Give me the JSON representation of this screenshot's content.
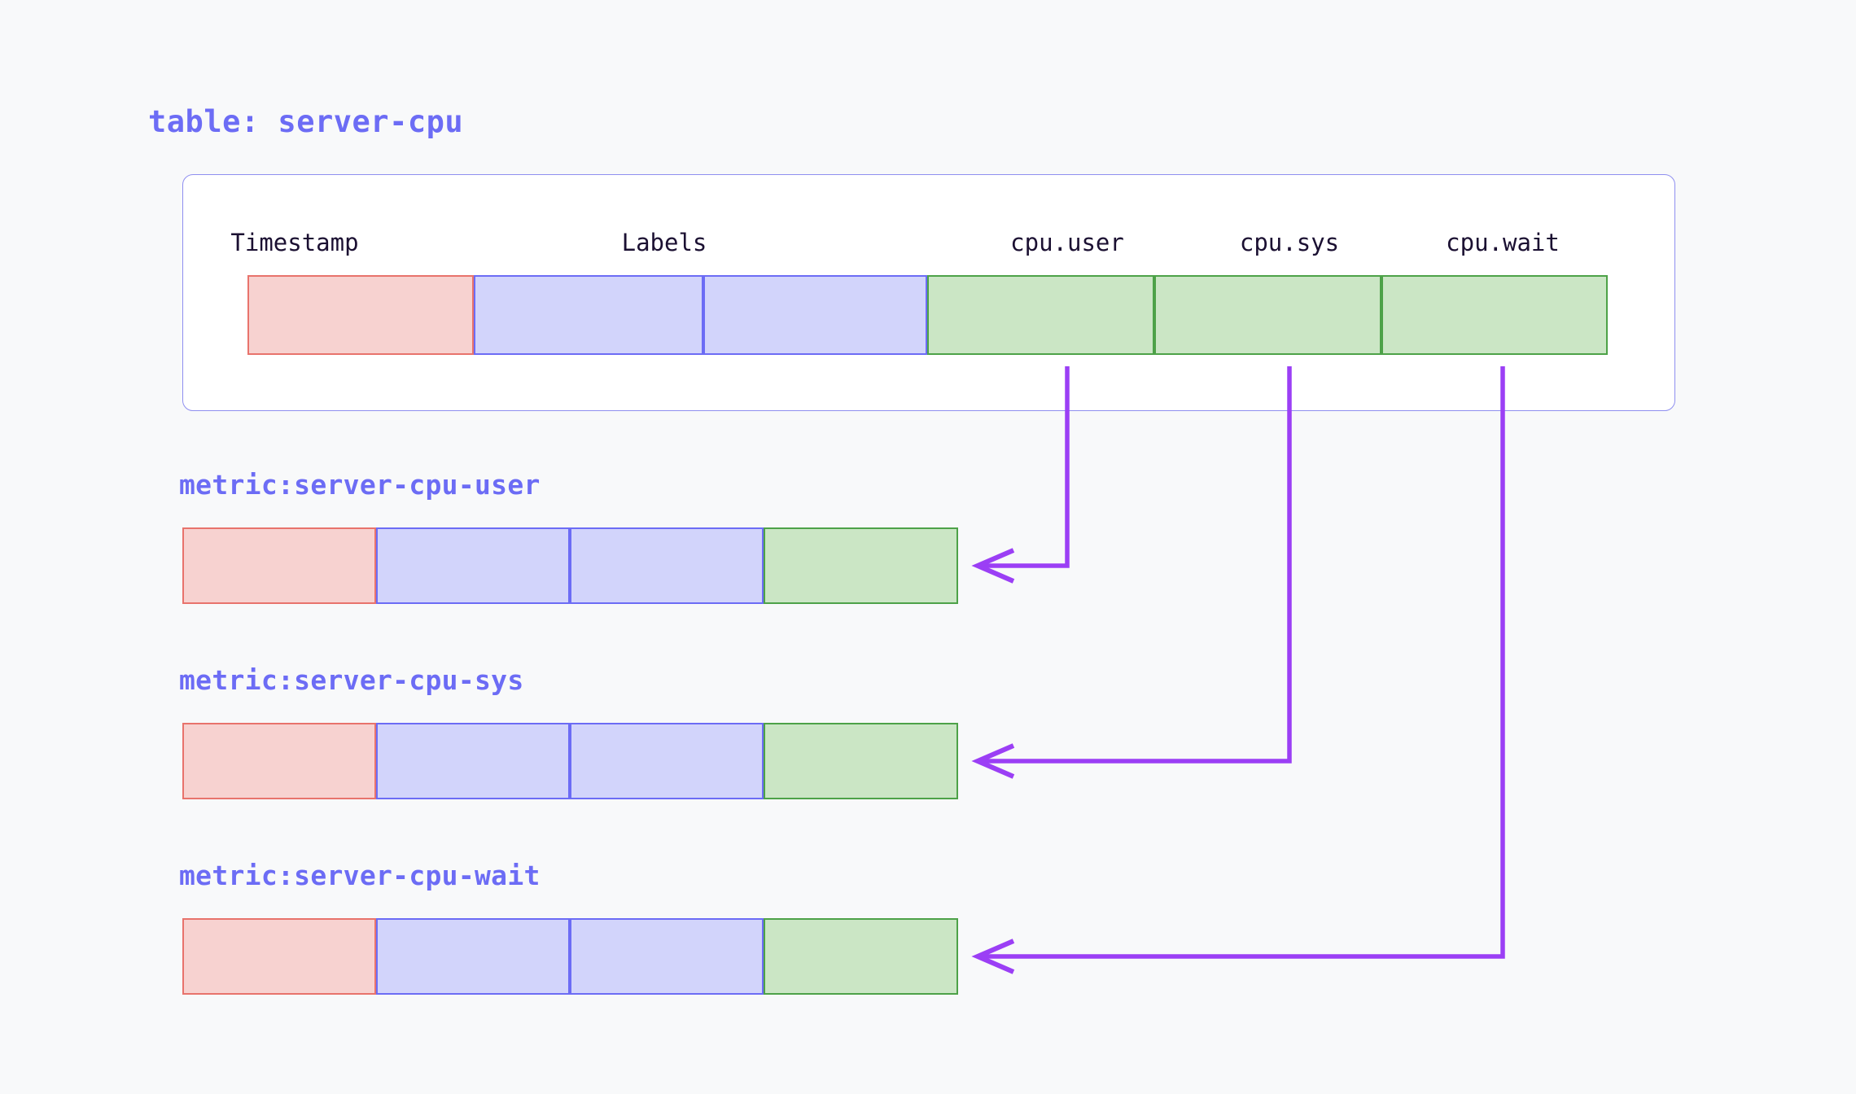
{
  "page": {
    "background_color": "#f8f9fa"
  },
  "table_block": {
    "title": "table: server-cpu",
    "title_color": "#6c6cf5",
    "columns": [
      {
        "label": "Timestamp",
        "kind": "timestamp"
      },
      {
        "label": "Labels",
        "kind": "labels"
      },
      {
        "label": "cpu.user",
        "kind": "value"
      },
      {
        "label": "cpu.sys",
        "kind": "value"
      },
      {
        "label": "cpu.wait",
        "kind": "value"
      }
    ],
    "row_cells": [
      {
        "kind": "timestamp"
      },
      {
        "kind": "labels"
      },
      {
        "kind": "labels"
      },
      {
        "kind": "value"
      },
      {
        "kind": "value"
      },
      {
        "kind": "value"
      }
    ]
  },
  "metrics": [
    {
      "title": "metric:server-cpu-user",
      "source_column": "cpu.user",
      "cells": [
        {
          "kind": "timestamp"
        },
        {
          "kind": "labels"
        },
        {
          "kind": "labels"
        },
        {
          "kind": "value"
        }
      ]
    },
    {
      "title": "metric:server-cpu-sys",
      "source_column": "cpu.sys",
      "cells": [
        {
          "kind": "timestamp"
        },
        {
          "kind": "labels"
        },
        {
          "kind": "labels"
        },
        {
          "kind": "value"
        }
      ]
    },
    {
      "title": "metric:server-cpu-wait",
      "source_column": "cpu.wait",
      "cells": [
        {
          "kind": "timestamp"
        },
        {
          "kind": "labels"
        },
        {
          "kind": "labels"
        },
        {
          "kind": "value"
        }
      ]
    }
  ],
  "legend_colors": {
    "timestamp_fill": "#f7d2d0",
    "timestamp_border": "#e8736c",
    "labels_fill": "#d2d4fb",
    "labels_border": "#6c6cf5",
    "value_fill": "#cbe6c5",
    "value_border": "#4da248",
    "arrow": "#9b3ff5",
    "card_border": "#8f8ff0",
    "card_fill": "#ffffff"
  },
  "arrows": [
    {
      "from": "cpu.user",
      "to": "metric:server-cpu-user"
    },
    {
      "from": "cpu.sys",
      "to": "metric:server-cpu-sys"
    },
    {
      "from": "cpu.wait",
      "to": "metric:server-cpu-wait"
    }
  ]
}
